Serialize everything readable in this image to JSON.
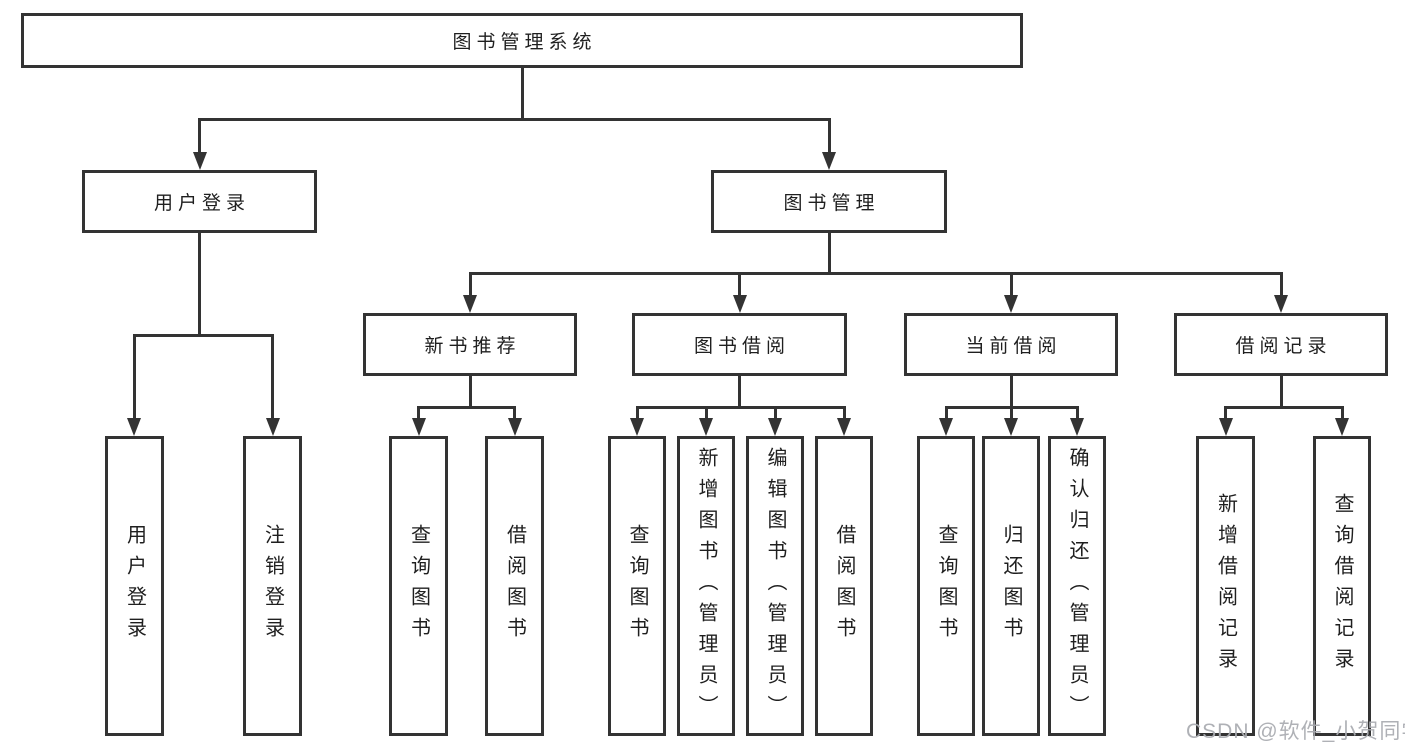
{
  "nodes": {
    "root": {
      "label": "图书管理系统"
    },
    "user_login": {
      "label": "用户登录"
    },
    "book_mgmt": {
      "label": "图书管理"
    },
    "new_book_rec": {
      "label": "新书推荐"
    },
    "book_borrow": {
      "label": "图书借阅"
    },
    "current_borrow": {
      "label": "当前借阅"
    },
    "borrow_records": {
      "label": "借阅记录"
    },
    "user_children": [
      {
        "label": "用户登录"
      },
      {
        "label": "注销登录"
      }
    ],
    "rec_children": [
      {
        "label": "查询图书"
      },
      {
        "label": "借阅图书"
      }
    ],
    "borrow_children": [
      {
        "label": "查询图书"
      },
      {
        "label": "新增图书（管理员）"
      },
      {
        "label": "编辑图书（管理员）"
      },
      {
        "label": "借阅图书"
      }
    ],
    "current_children": [
      {
        "label": "查询图书"
      },
      {
        "label": "归还图书"
      },
      {
        "label": "确认归还（管理员）"
      }
    ],
    "records_children": [
      {
        "label": "新增借阅记录"
      },
      {
        "label": "查询借阅记录"
      }
    ]
  },
  "watermark": {
    "text": "CSDN @软件_小贺同学"
  },
  "colors": {
    "line": "#333333",
    "text": "#1f1f1f",
    "box_fill": "#ffffff",
    "watermark": "#abadb2"
  }
}
